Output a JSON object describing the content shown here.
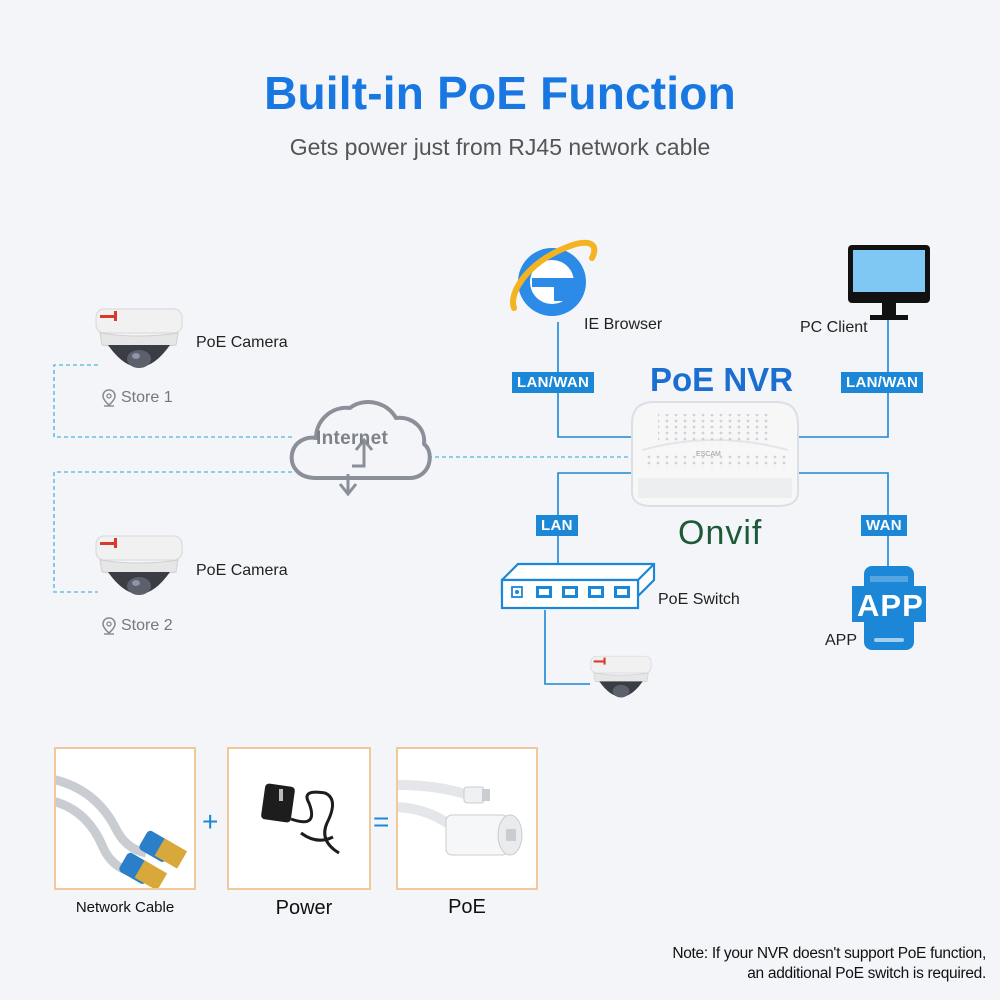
{
  "header": {
    "title": "Built-in PoE Function",
    "subtitle": "Gets power just from RJ45 network cable"
  },
  "left": {
    "camera1_label": "PoE Camera",
    "store1": "Store 1",
    "camera2_label": "PoE Camera",
    "store2": "Store 2",
    "internet": "Internet"
  },
  "network": {
    "nvr_title": "PoE NVR",
    "onvif": "Onvif",
    "ie_label": "IE Browser",
    "pc_label": "PC Client",
    "lan_wan_left": "LAN/WAN",
    "lan_wan_right": "LAN/WAN",
    "lan": "LAN",
    "wan": "WAN",
    "switch_label": "PoE Switch",
    "app_label": "APP",
    "app_icon_text": "APP",
    "nvr_brand": "ESCAM"
  },
  "bottom": {
    "cable_label": "Network Cable",
    "power_label": "Power",
    "poe_label": "PoE",
    "plus": "+",
    "equals": "="
  },
  "note": {
    "line1": "Note: If your NVR doesn't support PoE function,",
    "line2": "an additional PoE switch is required."
  },
  "colors": {
    "title": "#1877e0",
    "tag": "#1b87d6",
    "box_border": "#f2c79b",
    "line_blue": "#1b87d6",
    "dash_blue": "#6cc0e0"
  }
}
